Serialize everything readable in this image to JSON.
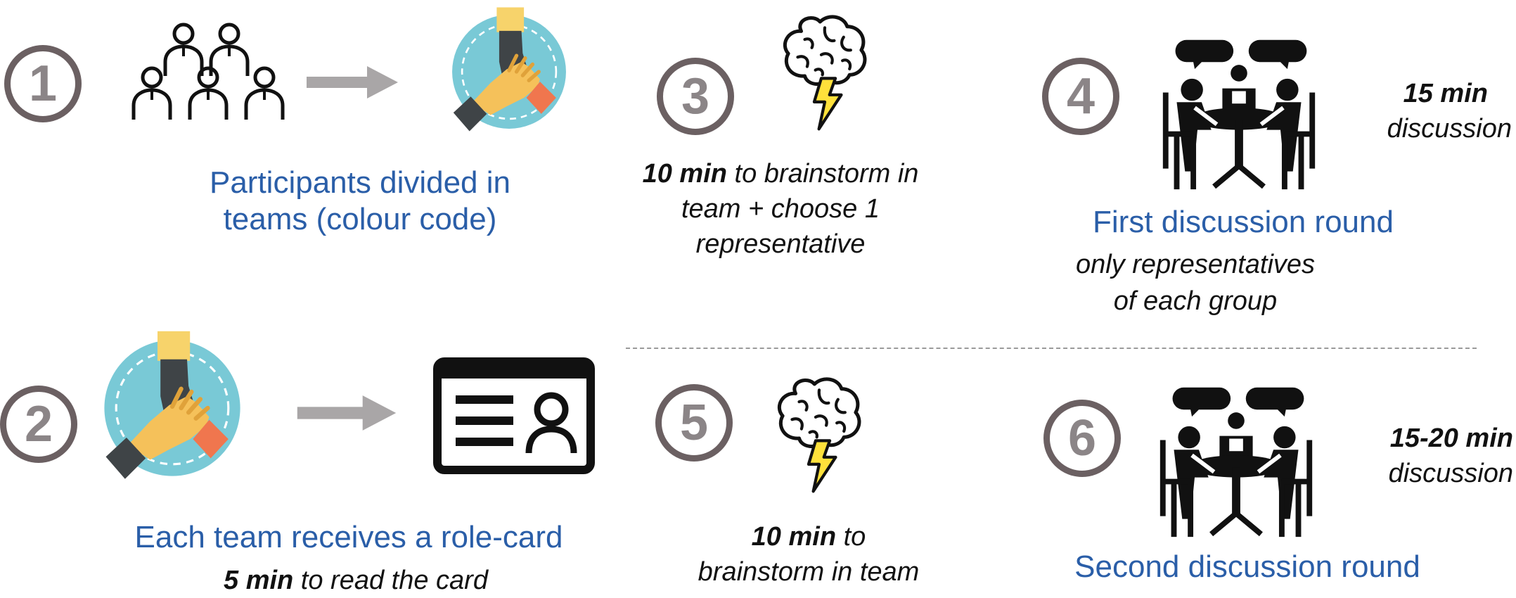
{
  "colors": {
    "step_ring": "#6b6062",
    "step_number": "#8b8587",
    "title_blue": "#2a5ea8",
    "arrow_grey": "#a9a6a7",
    "hand_circle": "#79c9d6",
    "hand_skin": "#f5c15a",
    "hand_dark": "#3f4447",
    "sleeve_orange": "#f0764e",
    "sleeve_yellow": "#f7d36b",
    "bolt_yellow": "#ffe13b"
  },
  "steps": [
    {
      "number": "1",
      "title_lines": [
        "Participants divided in",
        "teams (colour code)"
      ],
      "icons": [
        "people-group-icon",
        "arrow-right-icon",
        "hands-together-icon"
      ]
    },
    {
      "number": "2",
      "title": "Each team receives a role-card",
      "note_bold": "5 min",
      "note_rest": " to read the card",
      "icons": [
        "hands-together-icon",
        "arrow-right-icon",
        "id-card-icon"
      ]
    },
    {
      "number": "3",
      "note_bold": "10 min",
      "note_rest": " to brainstorm in",
      "note_lines": [
        "team + choose 1",
        "representative"
      ],
      "icons": [
        "brain-lightning-icon"
      ]
    },
    {
      "number": "4",
      "title": "First discussion round",
      "sub_lines": [
        "only representatives",
        "of each group"
      ],
      "time_bold": "15 min",
      "time_rest": "discussion",
      "icons": [
        "round-table-discussion-icon"
      ]
    },
    {
      "number": "5",
      "note_bold": "10 min",
      "note_rest": " to",
      "note_lines": [
        "brainstorm in team"
      ],
      "icons": [
        "brain-lightning-icon"
      ]
    },
    {
      "number": "6",
      "title": "Second discussion round",
      "time_bold": "15-20 min",
      "time_rest": "discussion",
      "icons": [
        "round-table-discussion-icon"
      ]
    }
  ]
}
